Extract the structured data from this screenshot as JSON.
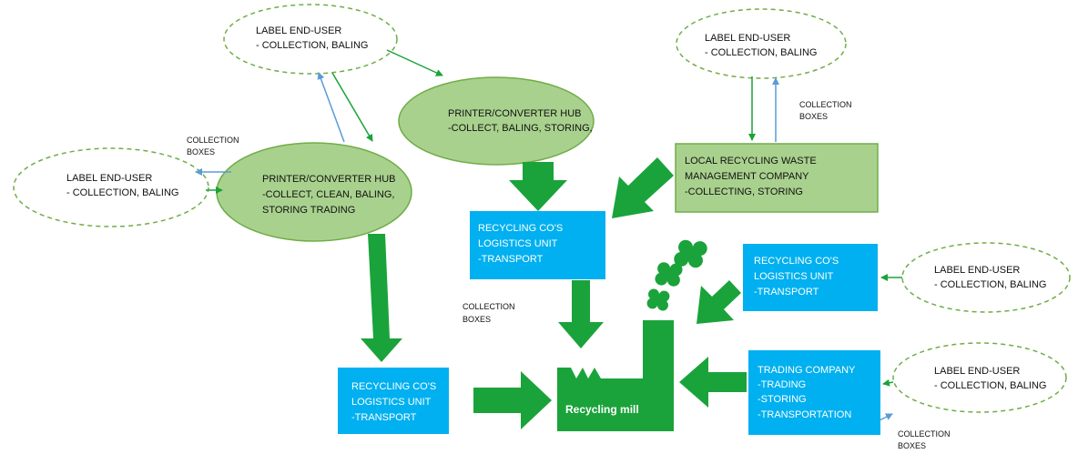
{
  "end_users": {
    "top_left": {
      "title": "LABEL END-USER",
      "sub": "- COLLECTION, BALING"
    },
    "mid_left": {
      "title": "LABEL END-USER",
      "sub": "- COLLECTION, BALING"
    },
    "top_right": {
      "title": "LABEL END-USER",
      "sub": "- COLLECTION, BALING"
    },
    "right_mid": {
      "title": "LABEL END-USER",
      "sub": "- COLLECTION, BALING"
    },
    "right_low": {
      "title": "LABEL END-USER",
      "sub": "- COLLECTION, BALING"
    }
  },
  "hubs": {
    "top": {
      "title": "PRINTER/CONVERTER HUB",
      "sub": "-COLLECT, BALING,  STORING,"
    },
    "left": {
      "title": "PRINTER/CONVERTER HUB",
      "l2": "-COLLECT, CLEAN, BALING,",
      "l3": "STORING TRADING"
    }
  },
  "local_recycling": {
    "l1": "LOCAL RECYCLING WASTE",
    "l2": "MANAGEMENT COMPANY",
    "l3": "-COLLECTING, STORING"
  },
  "logistics_units": {
    "center": {
      "l1": "RECYCLING CO'S",
      "l2": "LOGISTICS UNIT",
      "l3": "-TRANSPORT"
    },
    "bottom": {
      "l1": "RECYCLING CO'S",
      "l2": "LOGISTICS UNIT",
      "l3": "-TRANSPORT"
    },
    "right": {
      "l1": "RECYCLING CO'S",
      "l2": "LOGISTICS UNIT",
      "l3": "-TRANSPORT"
    }
  },
  "trading": {
    "l1": "TRADING COMPANY",
    "l2": "-TRADING",
    "l3": "-STORING",
    "l4": "-TRANSPORTATION"
  },
  "mill": {
    "label": "Recycling  mill"
  },
  "collection_boxes": {
    "left": {
      "l1": "COLLECTION",
      "l2": "BOXES"
    },
    "top_right": {
      "l1": "COLLECTION",
      "l2": "BOXES"
    },
    "center": {
      "l1": "COLLECTION",
      "l2": "BOXES"
    },
    "bottom_right": {
      "l1": "COLLECTION",
      "l2": "BOXES"
    }
  },
  "colors": {
    "green_fill": "#a9d18e",
    "green_stroke": "#70ad47",
    "blue_box": "#00b0f0",
    "arrow_green": "#1aa33a",
    "arrow_blue": "#5b9bd5"
  }
}
